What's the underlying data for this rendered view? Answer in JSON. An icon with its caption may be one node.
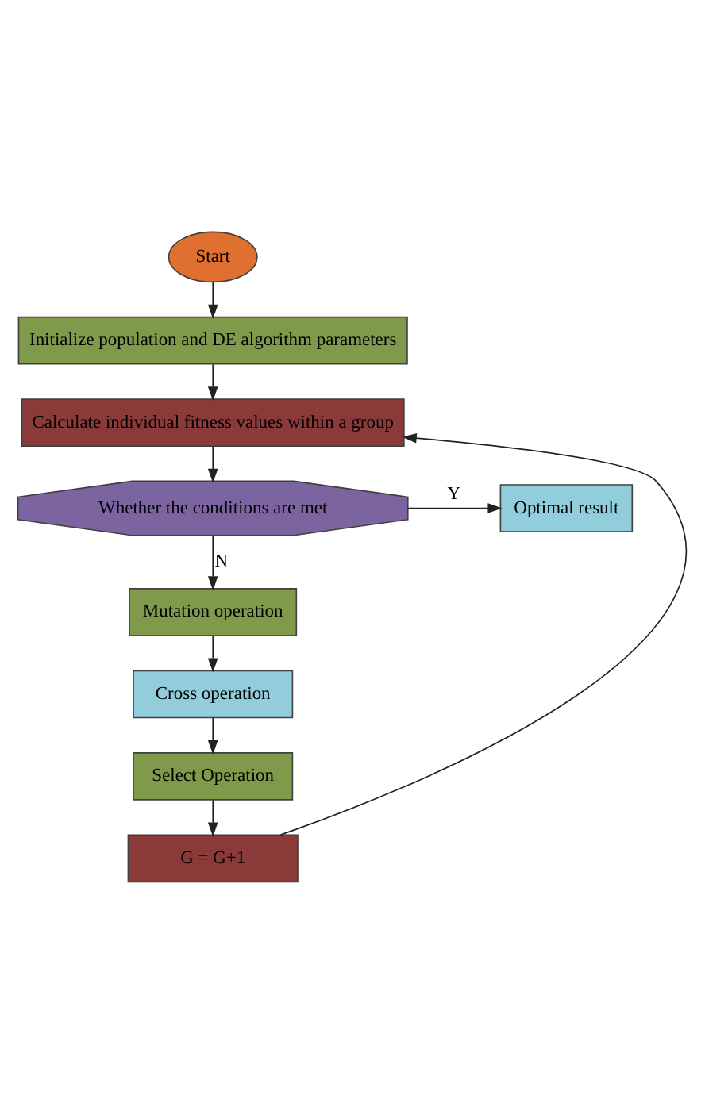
{
  "diagram": {
    "nodes": [
      {
        "text": [
          "Start"
        ]
      },
      {
        "text": [
          "Initialize population and DE algorithm parameters"
        ]
      },
      {
        "text": [
          "Calculate individual fitness values within a group"
        ]
      },
      {
        "text": [
          "Whether the conditions are met"
        ]
      },
      {
        "text": [
          "Optimal result"
        ]
      },
      {
        "text": [
          "Mutation operation"
        ]
      },
      {
        "text": [
          "Cross operation"
        ]
      },
      {
        "text": [
          "Select Operation"
        ]
      },
      {
        "text": [
          "G = G+1"
        ]
      }
    ],
    "edges": [
      {
        "from": 0,
        "to": 1,
        "arrow": "to"
      },
      {
        "from": 1,
        "to": 2,
        "arrow": "to"
      },
      {
        "from": 2,
        "to": 3,
        "arrow": "to"
      },
      {
        "from": 3,
        "to": 4,
        "arrow": "to",
        "label": "Y"
      },
      {
        "from": 3,
        "to": 5,
        "arrow": "to",
        "label": "N"
      },
      {
        "from": 5,
        "to": 6,
        "arrow": "to"
      },
      {
        "from": 6,
        "to": 7,
        "arrow": "to"
      },
      {
        "from": 7,
        "to": 8,
        "arrow": "to"
      },
      {
        "from": 8,
        "to": 2,
        "arrow": "to"
      }
    ]
  }
}
